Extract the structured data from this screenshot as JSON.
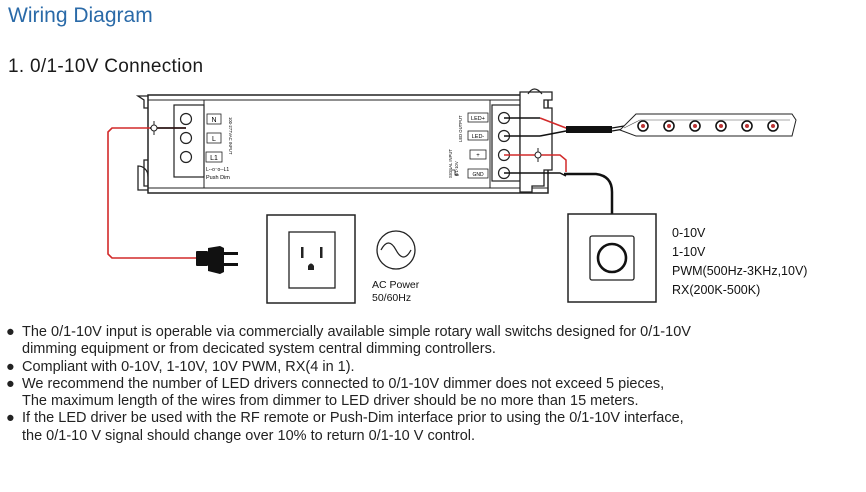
{
  "title": "Wiring Diagram",
  "section": "1. 0/1-10V Connection",
  "driver": {
    "input_terminals": [
      "N",
      "L",
      "L1"
    ],
    "input_caption": "100-277VAC INPUT",
    "push_dim_symbol": "L--o⁻o--L1",
    "push_dim_label": "Push Dim",
    "output_terminals": [
      "LED+",
      "LED-",
      "+",
      "GND"
    ],
    "output_caption": "LED OUTPUT",
    "signal_caption": "SIGNAL INPUT",
    "signal_range": "0/1-10V"
  },
  "ac_power": {
    "line1": "AC Power",
    "line2": "50/60Hz"
  },
  "controller_modes": [
    "0-10V",
    "1-10V",
    "PWM(500Hz-3KHz,10V)",
    "RX(200K-500K)"
  ],
  "notes": [
    {
      "bullet": "●",
      "lines": [
        "The 0/1-10V input is operable via commercially available simple rotary wall switchs designed for 0/1-10V",
        "dimming equipment or from decicated system central dimming controllers."
      ]
    },
    {
      "bullet": "●",
      "lines": [
        "Compliant with 0-10V, 1-10V, 10V PWM, RX(4 in 1)."
      ]
    },
    {
      "bullet": "●",
      "lines": [
        "We recommend the number of LED drivers connected to 0/1-10V dimmer does not exceed 5 pieces,",
        "The maximum length of the wires from dimmer to LED driver should be no more than 15 meters."
      ]
    },
    {
      "bullet": "●",
      "lines": [
        " If the LED driver be used with the RF remote or Push-Dim interface prior to using the 0/1-10V interface,",
        " the 0/1-10 V signal should change over 10% to return 0/1-10 V control."
      ]
    }
  ],
  "colors": {
    "title": "#2a6aa8",
    "wire_red": "#d22a2a",
    "wire_black": "#111111",
    "outline": "#222222"
  },
  "icons": [
    "ac-sine-icon",
    "power-plug-icon",
    "wall-outlet-icon",
    "rotary-dimmer-icon",
    "led-strip-icon"
  ]
}
